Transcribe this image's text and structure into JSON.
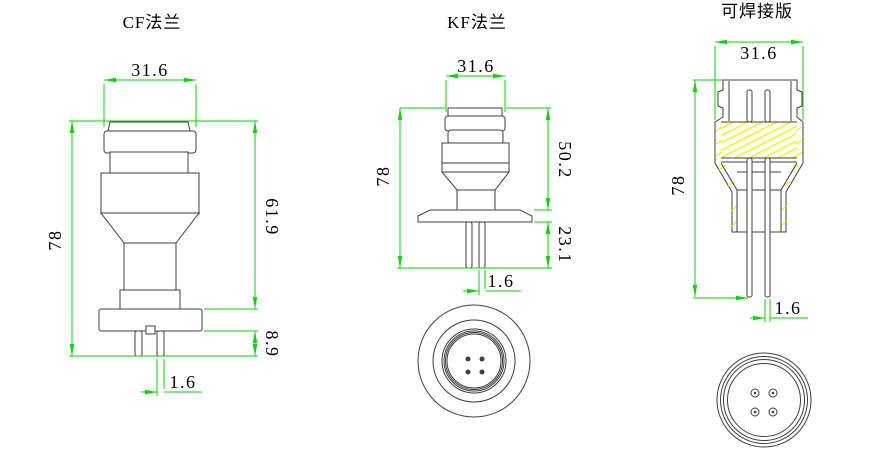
{
  "drawing": {
    "background": "#ffffff",
    "colors": {
      "outline": "#3f3f3f",
      "dimension_lines": "#00d900",
      "hatch": "#ffef00",
      "labels": "#000000"
    },
    "views": [
      {
        "id": "cf-flange",
        "title": "CF法兰",
        "dims": {
          "width": "31.6",
          "total_height": "78",
          "upper_height": "61.9",
          "pin_protrusion": "8.9",
          "pin_diameter": "1.6"
        }
      },
      {
        "id": "kf-flange",
        "title": "KF法兰",
        "dims": {
          "width": "31.6",
          "total_height": "78",
          "upper_height": "50.2",
          "pin_protrusion": "23.1",
          "pin_diameter": "1.6"
        }
      },
      {
        "id": "weldable",
        "title": "可焊接版",
        "dims": {
          "width": "31.6",
          "total_height": "78",
          "pin_diameter": "1.6"
        }
      }
    ]
  }
}
